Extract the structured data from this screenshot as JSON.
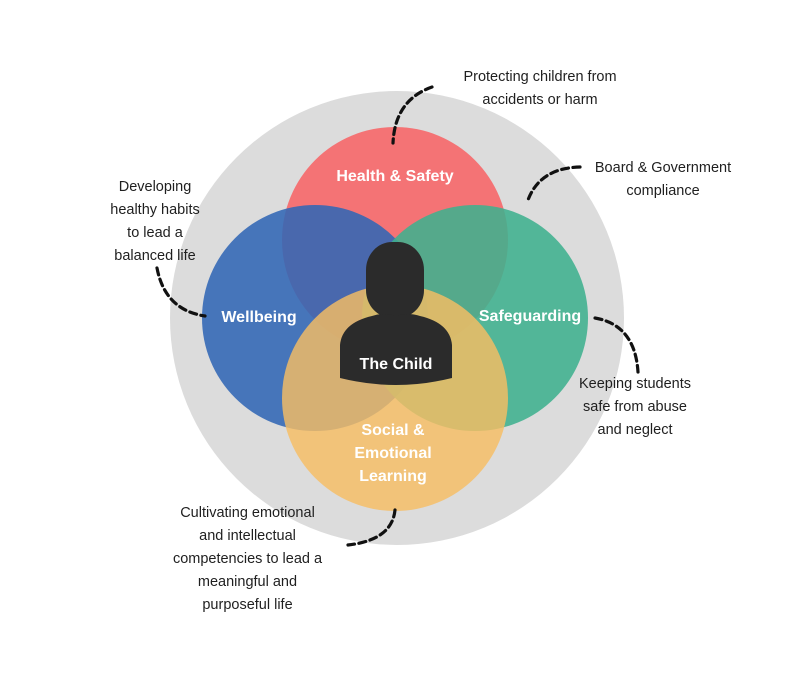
{
  "diagram": {
    "title": "The Child",
    "colors": {
      "outer": "#dcdcdc",
      "health_safety": "#f36b6f",
      "wellbeing": "#3d6fba",
      "safeguarding": "#43b592",
      "sel": "#f7bd63",
      "child": "#2b2b2b"
    },
    "circles": [
      {
        "id": "health-safety",
        "label": "Health & Safety"
      },
      {
        "id": "wellbeing",
        "label": "Wellbeing"
      },
      {
        "id": "safeguarding",
        "label": "Safeguarding"
      },
      {
        "id": "sel",
        "label_lines": [
          "Social &",
          "Emotional",
          "Learning"
        ]
      }
    ],
    "center_label": "The Child",
    "annotations": {
      "health_safety": "Protecting children from\naccidents or harm",
      "compliance": "Board & Government\ncompliance",
      "wellbeing": "Developing\nhealthy habits\nto lead a\nbalanced life",
      "safeguarding": "Keeping students\nsafe from abuse\nand neglect",
      "sel": "Cultivating emotional\nand intellectual\ncompetencies to lead a\nmeaningful and\npurposeful life"
    }
  }
}
